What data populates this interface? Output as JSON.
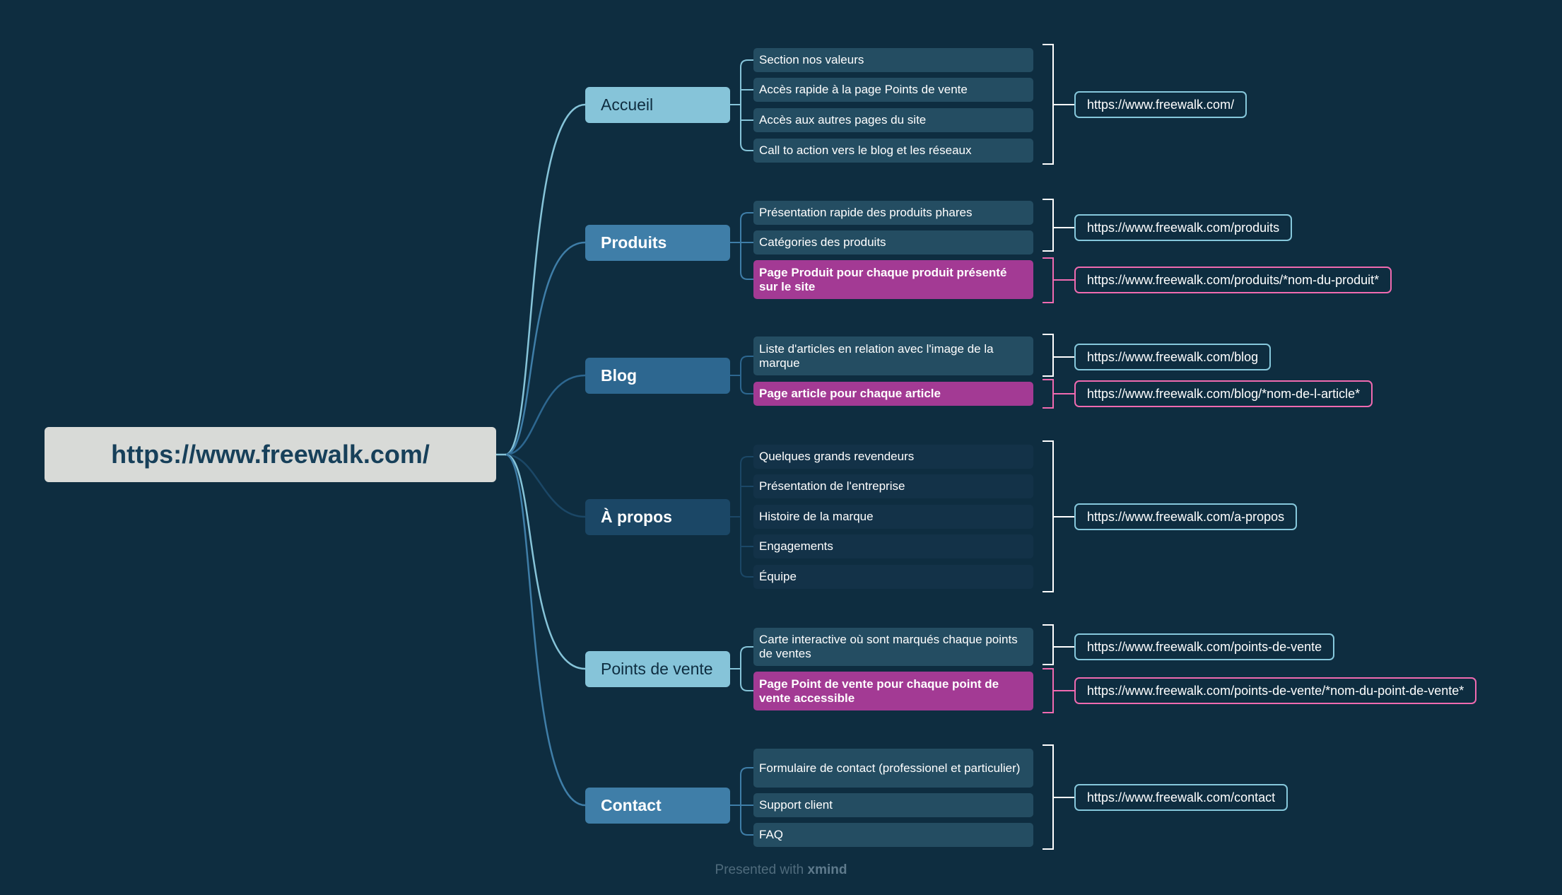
{
  "root": {
    "label": "https://www.freewalk.com/"
  },
  "branches": [
    {
      "label": "Accueil",
      "color": "#86c4d9",
      "topics": [
        "Section nos valeurs",
        "Accès rapide à la page Points de vente",
        "Accès aux autres pages du site",
        "Call to action vers le blog et les réseaux"
      ],
      "urls": [
        "https://www.freewalk.com/"
      ]
    },
    {
      "label": "Produits",
      "color": "#3f7ea8",
      "topics": [
        "Présentation rapide des produits phares",
        "Catégories des produits",
        "Page Produit pour chaque produit présenté sur le site"
      ],
      "urls": [
        "https://www.freewalk.com/produits",
        "https://www.freewalk.com/produits/*nom-du-produit*"
      ]
    },
    {
      "label": "Blog",
      "color": "#2d6790",
      "topics": [
        "Liste d'articles en relation avec l'image de la marque",
        "Page article pour chaque article"
      ],
      "urls": [
        "https://www.freewalk.com/blog",
        "https://www.freewalk.com/blog/*nom-de-l-article*"
      ]
    },
    {
      "label": "À propos",
      "color": "#1b4766",
      "topics": [
        "Quelques grands revendeurs",
        "Présentation de l'entreprise",
        "Histoire de la marque",
        "Engagements",
        "Équipe"
      ],
      "urls": [
        "https://www.freewalk.com/a-propos"
      ]
    },
    {
      "label": "Points de vente",
      "color": "#86c4d9",
      "topics": [
        "Carte interactive où sont marqués chaque points de ventes",
        "Page Point de vente pour chaque point de vente accessible"
      ],
      "urls": [
        "https://www.freewalk.com/points-de-vente",
        "https://www.freewalk.com/points-de-vente/*nom-du-point-de-vente*"
      ]
    },
    {
      "label": "Contact",
      "color": "#3f7ea8",
      "topics": [
        "Formulaire de contact (professionel et particulier)",
        "Support client",
        "FAQ"
      ],
      "urls": [
        "https://www.freewalk.com/contact"
      ]
    }
  ],
  "colors": {
    "background": "#0e2d40",
    "highlight": "#a33a94",
    "url_border": "#86c8dc",
    "url_border_highlight": "#f06ab0"
  },
  "footer": {
    "prefix": "Presented with",
    "brand": "xmind"
  }
}
